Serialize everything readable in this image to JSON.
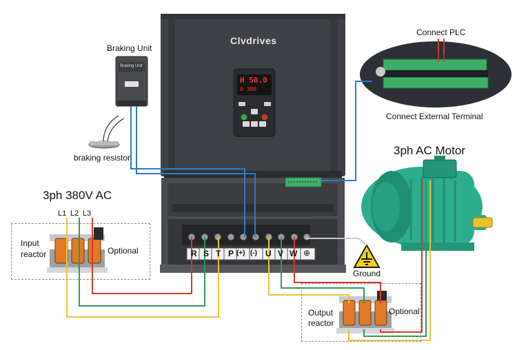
{
  "brand": "Clvdrives",
  "labels": {
    "braking_unit": "Braking Unit",
    "braking_unit_device": "Braking Unit",
    "braking_resistor": "braking resistor",
    "connect_plc": "Connect PLC",
    "connect_external_terminal": "Connect External Terminal",
    "motor": "3ph AC Motor",
    "power_source": "3ph 380V AC",
    "input_reactor_line1": "Input",
    "input_reactor_line2": "reactor",
    "optional_input": "Optional",
    "output_reactor_line1": "Output",
    "output_reactor_line2": "reactor",
    "optional_output": "Optional",
    "ground": "Ground"
  },
  "phases": [
    "L1",
    "L2",
    "L3"
  ],
  "display": {
    "line1": "H  50.0",
    "line2": "0  380"
  },
  "terminals": [
    "R",
    "S",
    "T",
    "P",
    "(+)",
    "(-)",
    "U",
    "V",
    "W",
    "⊕"
  ],
  "colors": {
    "wire_yellow": "#e8c23a",
    "wire_green": "#2e9a55",
    "wire_red": "#d23a2a",
    "wire_blue": "#2f78c8",
    "wire_white": "#c8c8c8",
    "vfd_body": "#3f4146",
    "motor_green": "#2cae8e"
  }
}
